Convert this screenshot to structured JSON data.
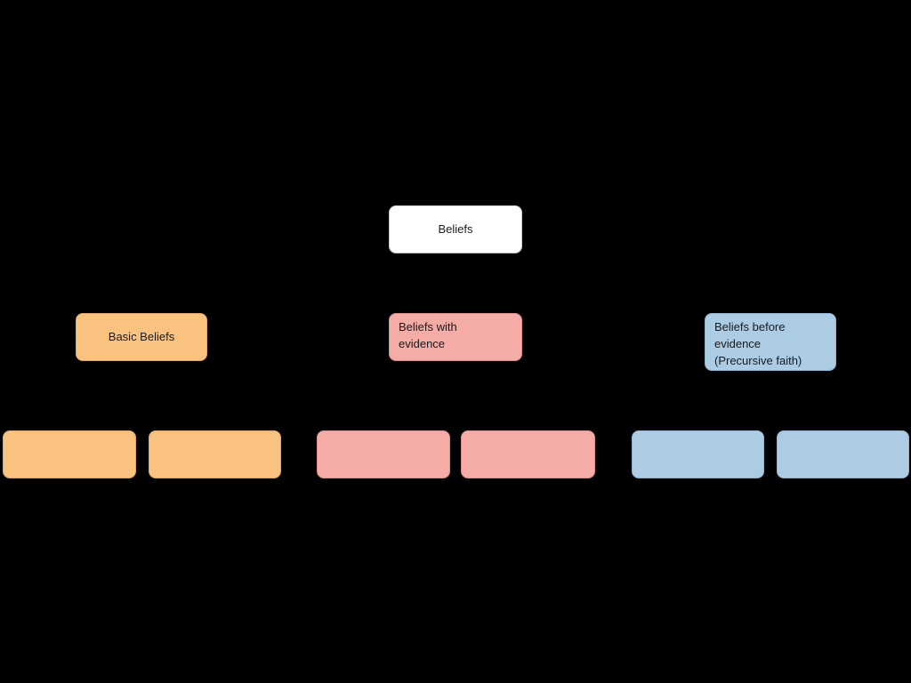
{
  "background_color": "#000000",
  "colors": {
    "root": "#ffffff",
    "orange": "#f9c37f",
    "pink": "#f5aba6",
    "blue": "#accce4",
    "text": "#1a1a1a"
  },
  "diagram": {
    "root": {
      "label": "Beliefs",
      "color": "#ffffff"
    },
    "level2": [
      {
        "label": "Basic Beliefs",
        "color": "#f9c37f"
      },
      {
        "label": "Beliefs with\nevidence",
        "color": "#f5aba6"
      },
      {
        "label": "Beliefs before\nevidence\n(Precursive faith)",
        "color": "#accce4"
      }
    ],
    "level3": [
      {
        "label": "",
        "color": "#f9c37f"
      },
      {
        "label": "",
        "color": "#f9c37f"
      },
      {
        "label": "",
        "color": "#f5aba6"
      },
      {
        "label": "",
        "color": "#f5aba6"
      },
      {
        "label": "",
        "color": "#accce4"
      },
      {
        "label": "",
        "color": "#accce4"
      }
    ]
  }
}
